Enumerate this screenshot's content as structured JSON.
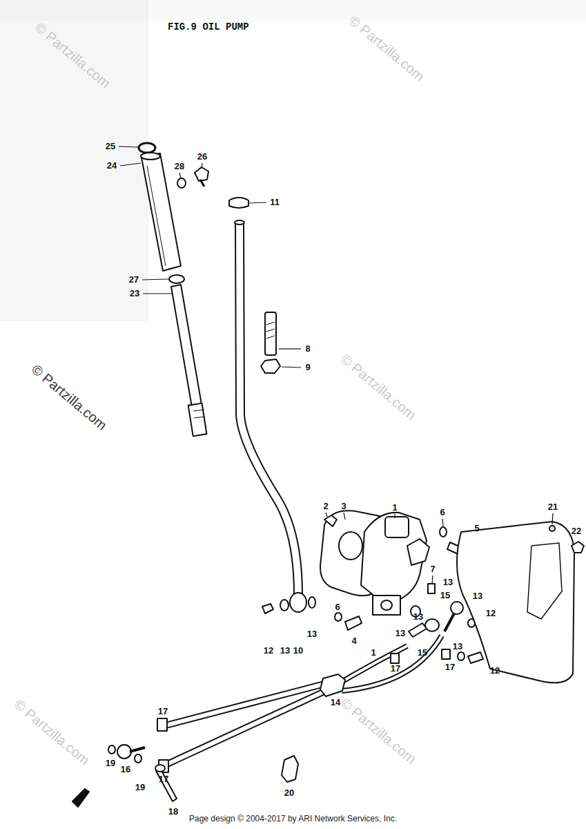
{
  "diagram": {
    "title": "FIG.9 OIL PUMP",
    "caption": "Page design © 2004-2017 by ARI Network Services, Inc.",
    "labels": [
      "25",
      "24",
      "28",
      "26",
      "11",
      "27",
      "23",
      "8",
      "9",
      "2",
      "3",
      "1",
      "6",
      "5",
      "21",
      "22",
      "7",
      "13",
      "15",
      "13",
      "12",
      "6",
      "4",
      "12",
      "13",
      "10",
      "13",
      "13",
      "13",
      "15",
      "13",
      "12",
      "1",
      "17",
      "17",
      "14",
      "17",
      "17",
      "19",
      "16",
      "19",
      "18",
      "20",
      "© Partzilla.com",
      "© Partzilla.com",
      "© Partzilla.com",
      "© Partzilla.com",
      "© Partzilla.com",
      "© Partzilla.com"
    ]
  }
}
